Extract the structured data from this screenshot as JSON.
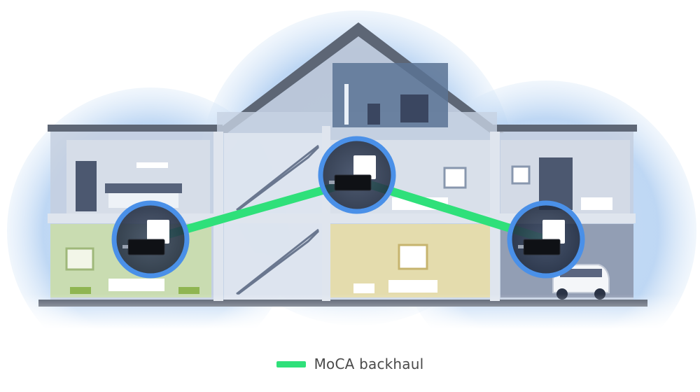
{
  "legend": {
    "label": "MoCA backhaul",
    "color": "#2fe07a"
  },
  "colors": {
    "coverage": "#8fbcec",
    "ring": "#4a90e8",
    "backhaul": "#2fe07a",
    "wall": "#cdd6e4",
    "roof": "#5d6675",
    "floor": "#4a5364"
  },
  "devices": [
    {
      "name": "mesh-unit-left",
      "kind": "wifi-mesh-router-with-moca-adapter"
    },
    {
      "name": "mesh-unit-center",
      "kind": "wifi-mesh-router-with-moca-adapter"
    },
    {
      "name": "mesh-unit-right",
      "kind": "wifi-mesh-router-with-moca-adapter"
    }
  ]
}
